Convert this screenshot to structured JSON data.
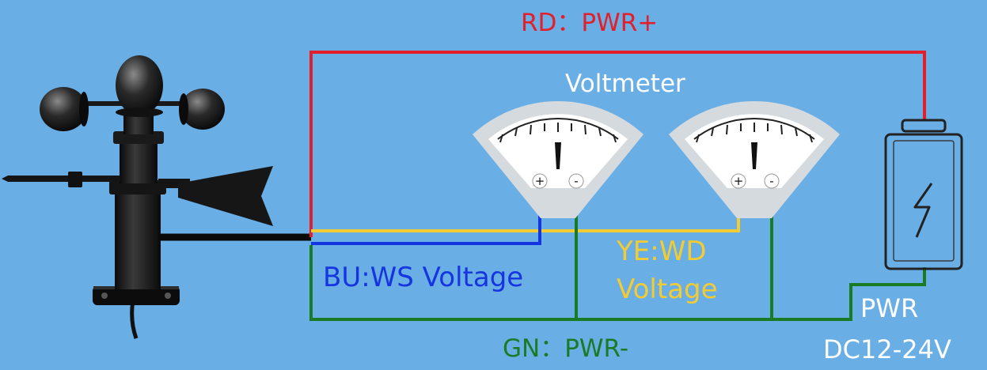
{
  "labels": {
    "red_wire": "RD：PWR+",
    "voltmeter_title": "Voltmeter",
    "blue_wire": "BU:WS Voltage",
    "yellow_wire_line1": "YE:WD",
    "yellow_wire_line2": "Voltage",
    "green_wire": "GN：PWR-",
    "power_line1": "PWR",
    "power_line2": "DC12-24V"
  },
  "terminals": {
    "positive": "+",
    "negative": "-"
  },
  "colors": {
    "background": "#6aaee6",
    "red_wire": "#e21f2b",
    "blue_wire": "#1435e0",
    "yellow_wire": "#f2cc32",
    "green_wire": "#1a7a26",
    "black_cable": "#0a0a0a",
    "meter_body": "#d5dade",
    "meter_face": "#ffffff"
  },
  "icons": {
    "sensor": "anemometer-icon",
    "meter": "voltmeter-icon",
    "power": "battery-lightning-icon"
  }
}
